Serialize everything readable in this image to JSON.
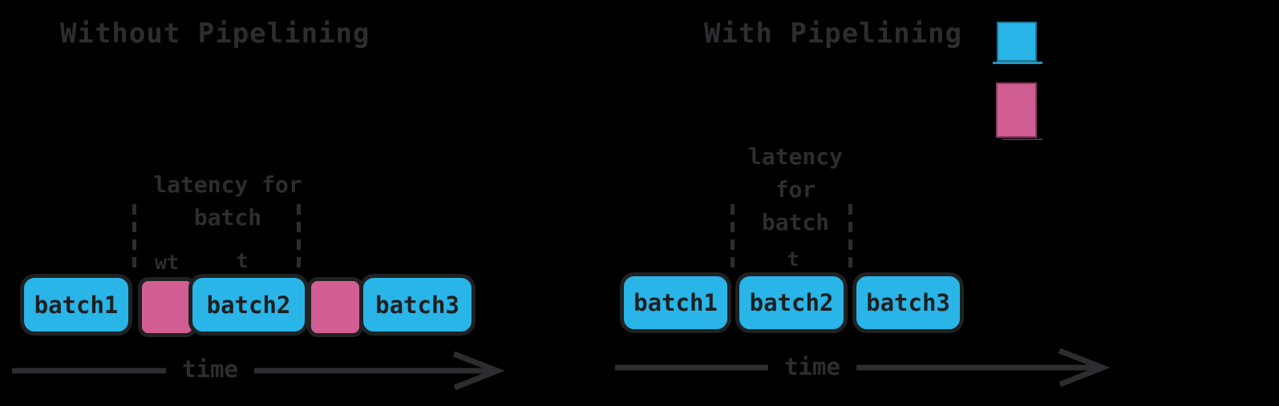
{
  "background_color": "#000000",
  "ink_color": "#2b2d2e",
  "left_panel": {
    "title": "Without Pipelining",
    "latency_label": [
      "latency for",
      "batch"
    ],
    "wait_time_label": "wt",
    "batch_time_label": "t",
    "batches": [
      "batch1",
      "batch2",
      "batch3"
    ],
    "wait_block_count": 2,
    "time_axis_label": "time"
  },
  "right_panel": {
    "title": "With Pipelining",
    "latency_label": [
      "latency",
      "for",
      "batch"
    ],
    "batch_time_label": "t",
    "batches": [
      "batch1",
      "batch2",
      "batch3"
    ],
    "time_axis_label": "time"
  },
  "legend": {
    "compute_color": "#29b5e7",
    "wait_color": "#d15e92"
  }
}
